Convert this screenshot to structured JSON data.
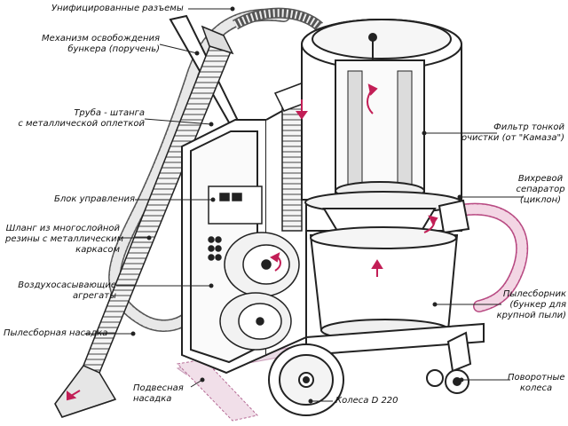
{
  "labels": {
    "unified_connectors": "Унифицированные разъемы",
    "hopper_release_1": "Механизм освобождения",
    "hopper_release_2": "бункера (поручень)",
    "pipe_1": "Труба - штанга",
    "pipe_2": "с металлической оплеткой",
    "control_unit": "Блок управления",
    "hose_1": "Шланг из многослойной",
    "hose_2": "резины с металлическим",
    "hose_3": "каркасом",
    "blowers_1": "Воздухосасывающие",
    "blowers_2": "агрегаты",
    "nozzle": "Пылесборная насадка",
    "hanging_nozzle_1": "Подвесная",
    "hanging_nozzle_2": "насадка",
    "wheels": "Колеса D 220",
    "fine_filter_1": "Фильтр тонкой",
    "fine_filter_2": "очистки (от \"Камаза\")",
    "cyclone_1": "Вихревой",
    "cyclone_2": "сепаратор",
    "cyclone_3": "(циклон)",
    "dust_bin_1": "Пылесборник",
    "dust_bin_2": "(бункер для",
    "dust_bin_3": "крупной пыли)",
    "swivel_1": "Поворотные",
    "swivel_2": "колеса"
  }
}
